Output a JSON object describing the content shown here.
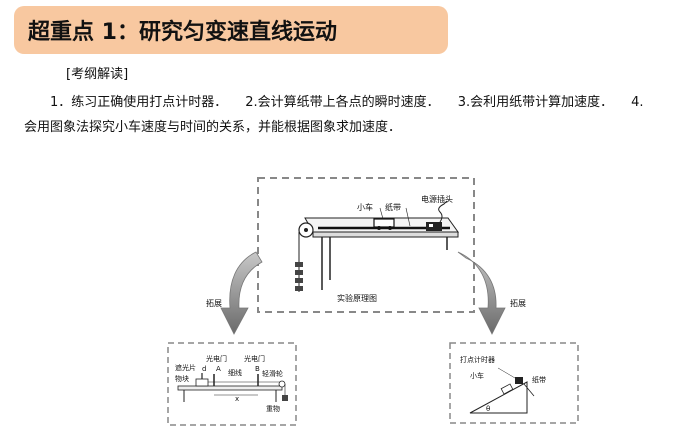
{
  "heading": {
    "title": "超重点 1：研究匀变速直线运动"
  },
  "syllabus": {
    "label": "[考纲解读]",
    "item1": "1．练习正确使用打点计时器．",
    "item2": "2.会计算纸带上各点的瞬时速度．",
    "item3": "3.会利用纸带计算加速度．",
    "item4_start": "4.",
    "item4_rest": "会用图象法探究小车速度与时间的关系，并能根据图象求加速度．"
  },
  "main_figure": {
    "label_cart": "小车",
    "label_tape": "纸带",
    "label_plug": "电源插头",
    "caption": "实验原理图"
  },
  "arrows": {
    "left_label": "拓展",
    "right_label": "拓展"
  },
  "left_figure": {
    "label_shade": "遮光片",
    "label_block": "物块",
    "label_gate1": "光电门",
    "label_gate2": "光电门",
    "label_d": "d",
    "label_a": "A",
    "label_b": "B",
    "label_string": "细线",
    "label_pulley": "轻滑轮",
    "label_x": "x",
    "label_weight": "重物"
  },
  "right_figure": {
    "label_timer": "打点计时器",
    "label_cart": "小车",
    "label_tape": "纸带",
    "label_theta": "θ"
  }
}
